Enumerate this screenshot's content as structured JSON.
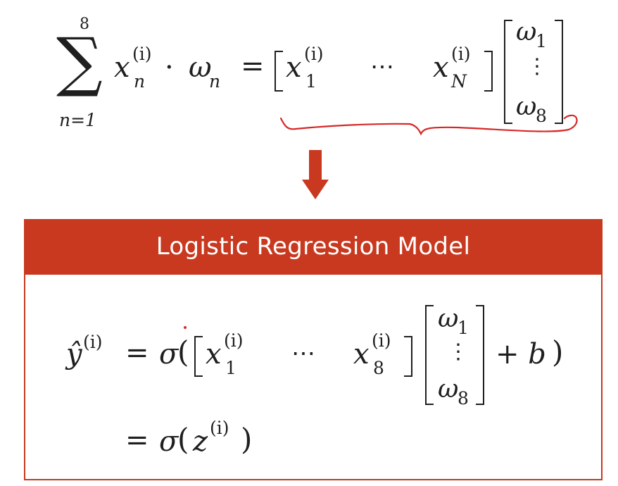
{
  "colors": {
    "accent": "#c8391f",
    "text": "#1f1f1f",
    "annotation": "#d62828"
  },
  "top_equation": {
    "sum_symbol": "∑",
    "sum_upper": "8",
    "sum_lower": "n=1",
    "x": "x",
    "x_sub_n": "n",
    "sup_i": "(i)",
    "dot": "·",
    "omega": "ω",
    "omega_sub_n": "n",
    "equals": "=",
    "x_sub_1": "1",
    "ellipsis": "⋯",
    "x_sub_N": "N",
    "omega_sub_1": "1",
    "vdots": "⋮",
    "omega_sub_8": "8"
  },
  "arrow": {
    "icon": "down-arrow-icon"
  },
  "model": {
    "title": "Logistic Regression Model",
    "y_hat": "ŷ",
    "sup_i": "(i)",
    "equals": "=",
    "sigma": "σ",
    "open_paren": "(",
    "close_paren": ")",
    "x": "x",
    "x_sub_1": "1",
    "ellipsis": "⋯",
    "x_sub_8": "8",
    "omega": "ω",
    "omega_sub_1": "1",
    "vdots": "⋮",
    "omega_sub_8": "8",
    "plus_b": "+ b",
    "z": "z"
  }
}
